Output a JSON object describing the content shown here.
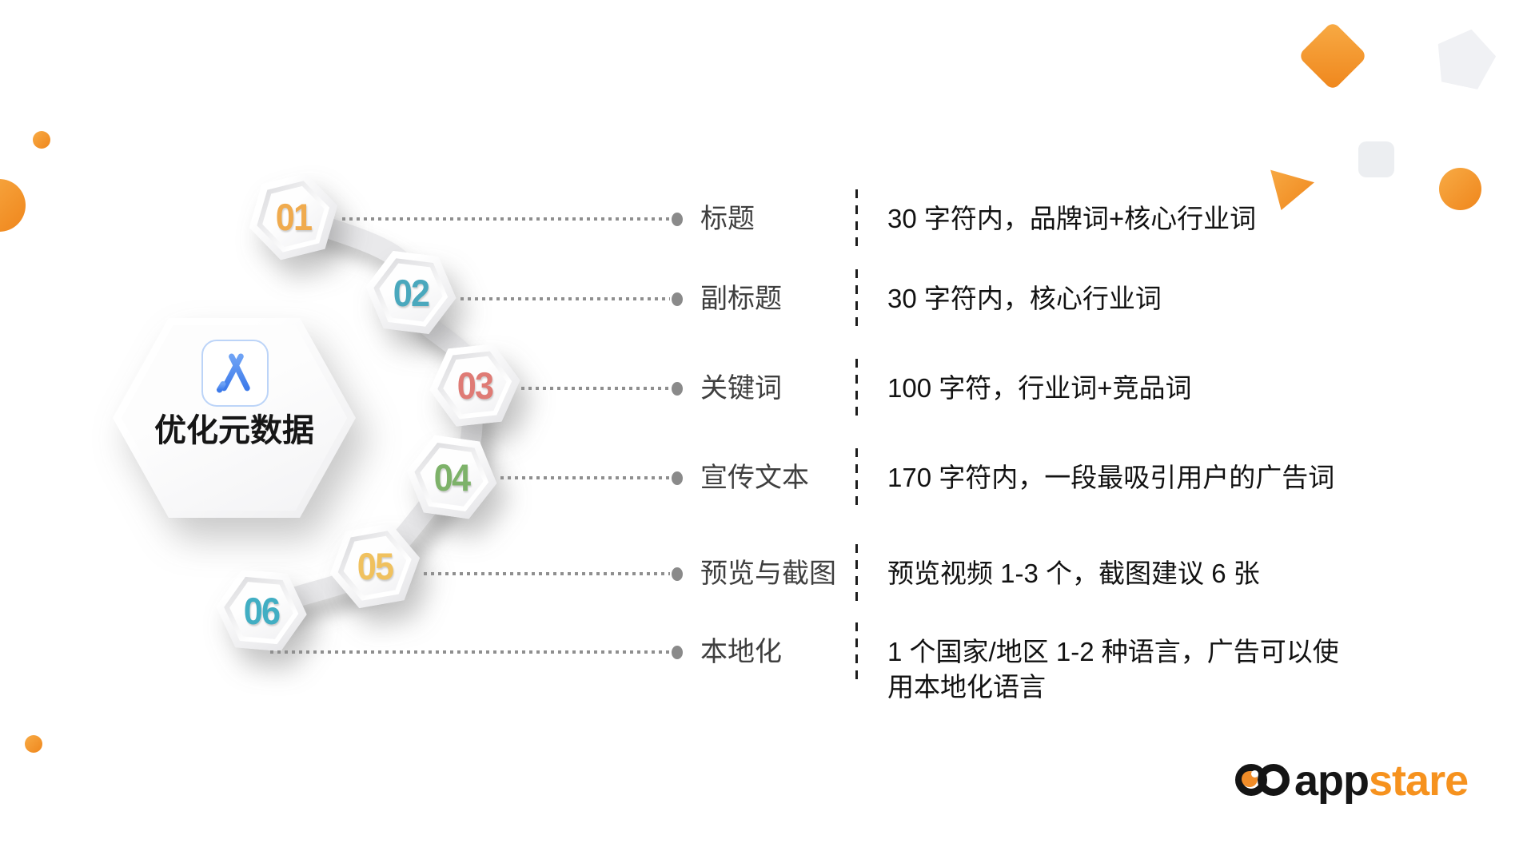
{
  "page": {
    "background": "#ffffff"
  },
  "main_hexagon": {
    "title": "优化元数据",
    "icon": "app-store-icon"
  },
  "nodes": [
    {
      "num": "01",
      "color": "#f0ab4e"
    },
    {
      "num": "02",
      "color": "#4aa8bd"
    },
    {
      "num": "03",
      "color": "#df7b75"
    },
    {
      "num": "04",
      "color": "#7db269"
    },
    {
      "num": "05",
      "color": "#f0c15e"
    },
    {
      "num": "06",
      "color": "#41aec3"
    }
  ],
  "rows": [
    {
      "label": "标题",
      "desc": "30 字符内，品牌词+核心行业词"
    },
    {
      "label": "副标题",
      "desc": "30 字符内，核心行业词"
    },
    {
      "label": "关键词",
      "desc": "100 字符，行业词+竞品词"
    },
    {
      "label": "宣传文本",
      "desc": "170 字符内，一段最吸引用户的广告词"
    },
    {
      "label": "预览与截图",
      "desc": "预览视频 1-3 个，截图建议 6 张"
    },
    {
      "label": "本地化",
      "desc": "1 个国家/地区 1-2 种语言，广告可以使用本地化语言"
    }
  ],
  "logo": {
    "text_black": "app",
    "text_orange": "stare",
    "orange": "#f6921e",
    "black": "#161616"
  },
  "decor_colors": {
    "orange_gradient_start": "#f8ab45",
    "orange_gradient_end": "#ef861c",
    "light_gray": "#f0f1f4"
  }
}
